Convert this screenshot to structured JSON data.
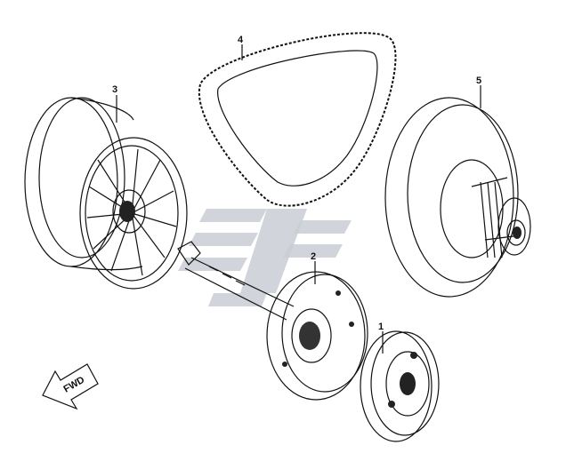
{
  "diagram": {
    "callouts": [
      {
        "id": "1",
        "label": "1"
      },
      {
        "id": "2",
        "label": "2"
      },
      {
        "id": "3",
        "label": "3"
      },
      {
        "id": "4",
        "label": "4"
      },
      {
        "id": "5",
        "label": "5"
      }
    ],
    "direction_label": "FWD"
  }
}
